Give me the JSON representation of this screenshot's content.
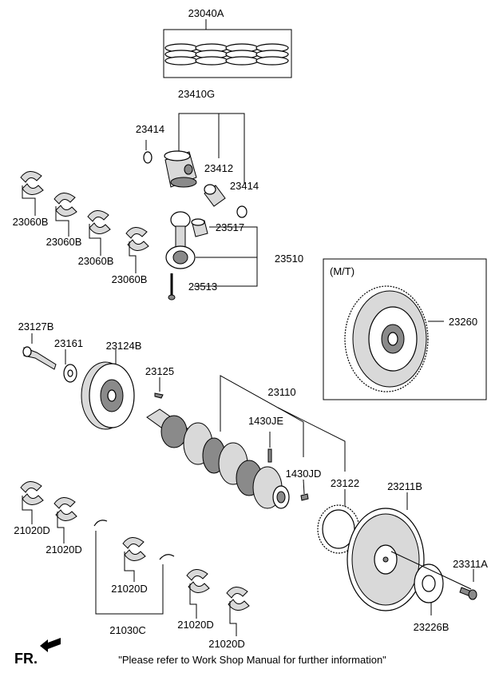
{
  "parts": {
    "p23040A": "23040A",
    "p23410G": "23410G",
    "p23414a": "23414",
    "p23412": "23412",
    "p23414b": "23414",
    "p23060B_1": "23060B",
    "p23060B_2": "23060B",
    "p23060B_3": "23060B",
    "p23060B_4": "23060B",
    "p23517": "23517",
    "p23510": "23510",
    "p23513": "23513",
    "p23127B": "23127B",
    "p23161": "23161",
    "p23124B": "23124B",
    "p23125": "23125",
    "p23110": "23110",
    "p1430JE": "1430JE",
    "p1430JD": "1430JD",
    "p23122": "23122",
    "p23211B": "23211B",
    "p23311A": "23311A",
    "p23226B": "23226B",
    "p23260": "23260",
    "p21020D_1": "21020D",
    "p21020D_2": "21020D",
    "p21020D_3": "21020D",
    "p21020D_4": "21020D",
    "p21020D_5": "21020D",
    "p21030C": "21030C"
  },
  "mt_box": {
    "label": "(M/T)"
  },
  "footer": {
    "fr_label": "FR.",
    "note": "\"Please refer to Work Shop Manual for further information\""
  }
}
